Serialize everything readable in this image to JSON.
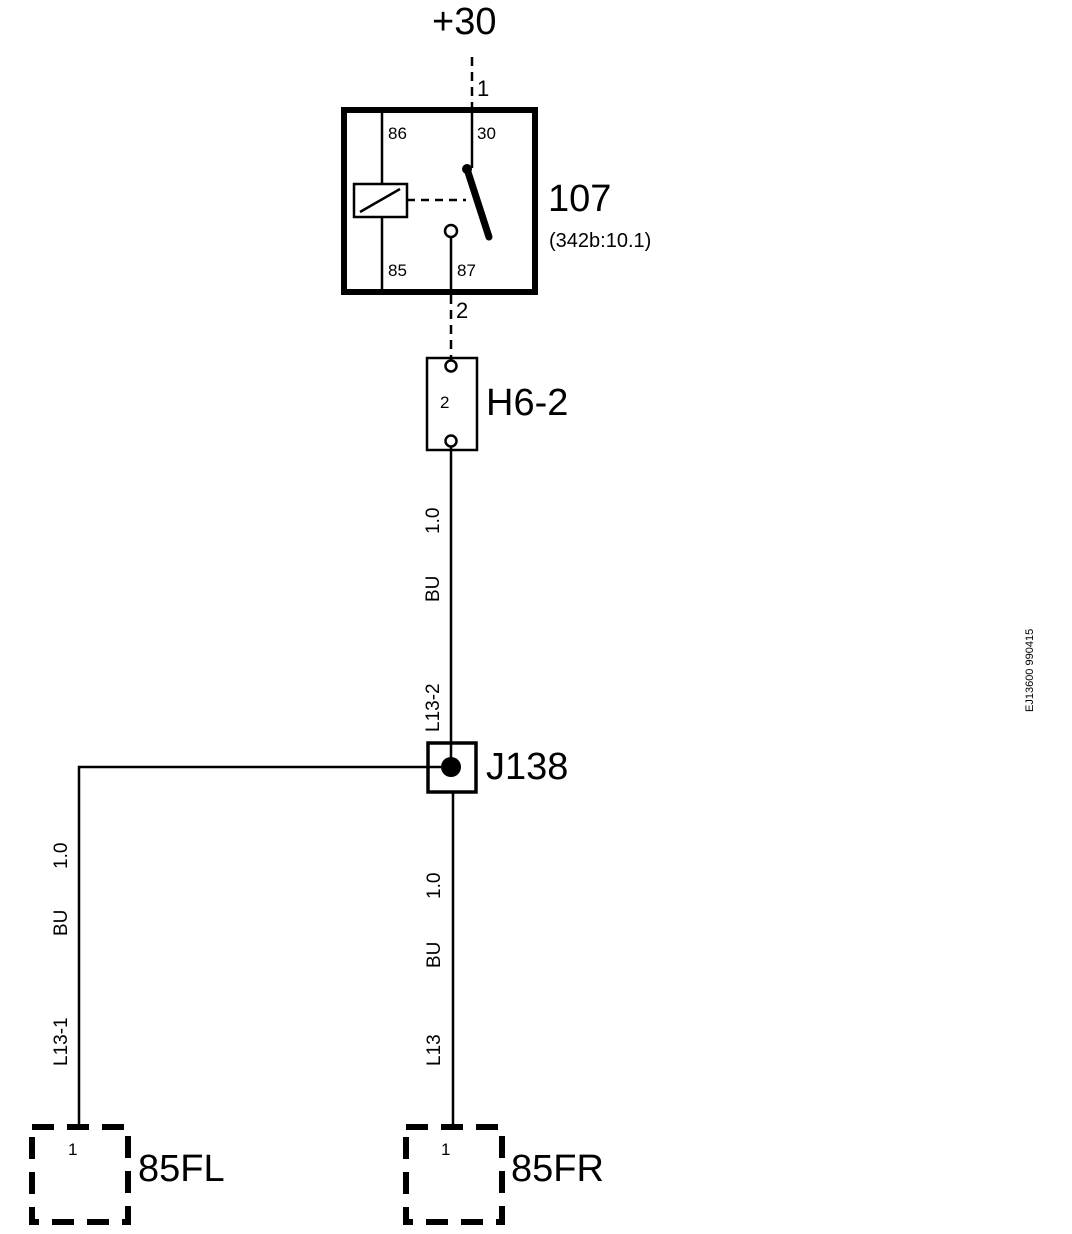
{
  "supply": {
    "label": "+30",
    "pin_top": "1"
  },
  "relay": {
    "id": "107",
    "reference": "(342b:10.1)",
    "terminals": {
      "t86": "86",
      "t30": "30",
      "t85": "85",
      "t87": "87"
    },
    "pin_bottom": "2"
  },
  "fuse": {
    "id": "H6-2",
    "pin": "2"
  },
  "wire_upper": {
    "size": "1.0",
    "color": "BU",
    "id": "L13-2"
  },
  "junction": {
    "id": "J138"
  },
  "wire_left": {
    "size": "1.0",
    "color": "BU",
    "id": "L13-1"
  },
  "wire_right": {
    "size": "1.0",
    "color": "BU",
    "id": "L13"
  },
  "connector_left": {
    "id": "85FL",
    "pin": "1"
  },
  "connector_right": {
    "id": "85FR",
    "pin": "1"
  },
  "drawing_code": "EJ13600 990415"
}
